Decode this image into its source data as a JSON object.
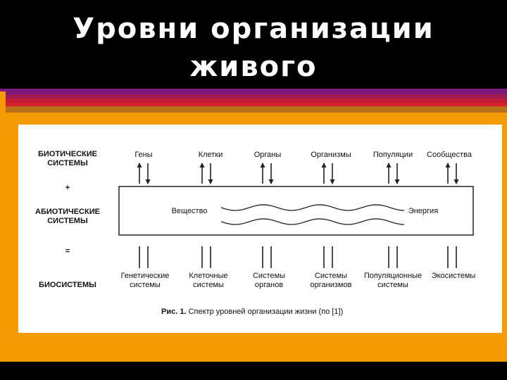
{
  "slide": {
    "title_line1": "Уровни организации",
    "title_line2": "живого",
    "stripe_colors": [
      "#7a1a7a",
      "#a21a55",
      "#c21a35",
      "#d8202a",
      "#e0501a",
      "#f59a00"
    ],
    "accent": "#f59a00"
  },
  "diagram": {
    "left_labels": {
      "biotic": "БИОТИЧЕСКИЕ\nСИСТЕМЫ",
      "plus": "+",
      "abiotic": "АБИОТИЧЕСКИЕ\nСИСТЕМЫ",
      "equals": "=",
      "biosystems": "БИОСИСТЕМЫ"
    },
    "top_labels": [
      "Гены",
      "Клетки",
      "Органы",
      "Организмы",
      "Популяции",
      "Сообщества"
    ],
    "bottom_labels": [
      "Генетические\nсистемы",
      "Клеточные\nсистемы",
      "Системы\nорганов",
      "Системы\nорганизмов",
      "Популяционные\nсистемы",
      "Экосистемы"
    ],
    "box_left": "Вещество",
    "box_right": "Энергия",
    "caption_bold": "Рис. 1.",
    "caption_text": " Спектр уровней организации жизни (по [1])"
  }
}
